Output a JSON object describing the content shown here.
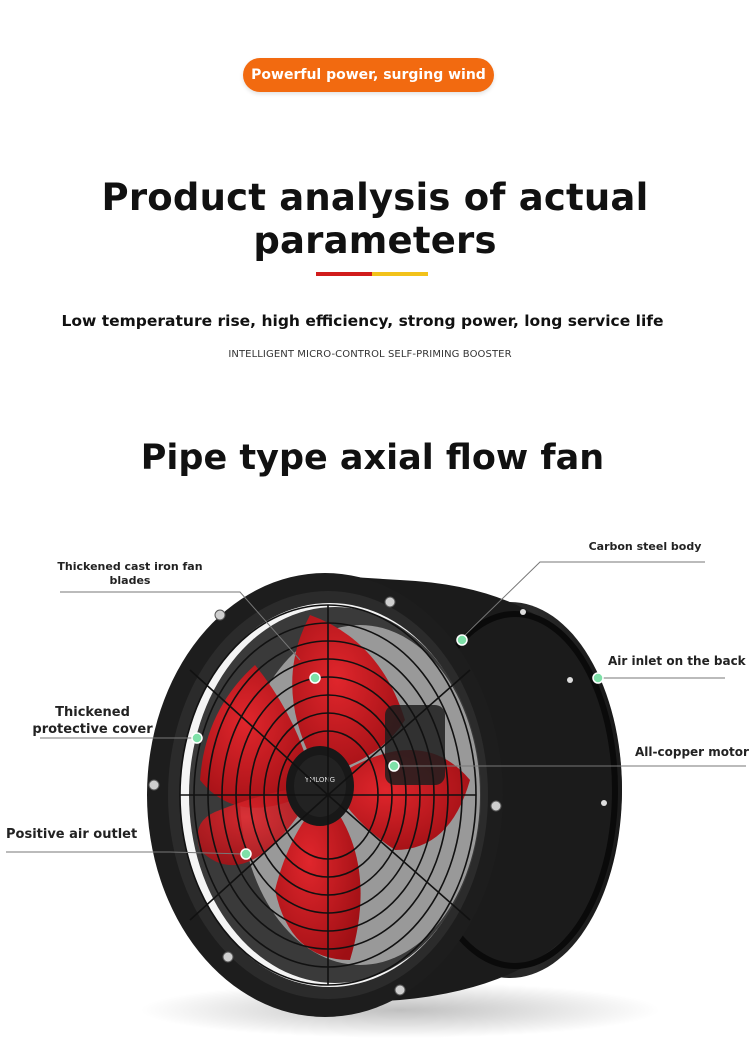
{
  "header": {
    "pill_label": "Powerful power, surging wind",
    "main_title": "Product analysis of actual parameters",
    "subtitle": "Low temperature rise, high efficiency, strong power, long service life",
    "small_caps": "INTELLIGENT MICRO-CONTROL SELF-PRIMING BOOSTER",
    "divider_colors": [
      "#d11c1c",
      "#f2c21a"
    ],
    "accent_color": "#f26a10"
  },
  "product": {
    "title": "Pipe type axial flow fan",
    "hub_logo": "YMLONG",
    "callouts": {
      "blades": "Thickened cast iron fan blades",
      "body": "Carbon steel body",
      "inlet": "Air inlet on the back",
      "cover": "Thickened protective cover",
      "motor": "All-copper motor",
      "outlet": "Positive air outlet"
    },
    "colors": {
      "blade": "#c4161c",
      "body": "#1c1c1c",
      "marker": "#7ee0a8"
    }
  }
}
